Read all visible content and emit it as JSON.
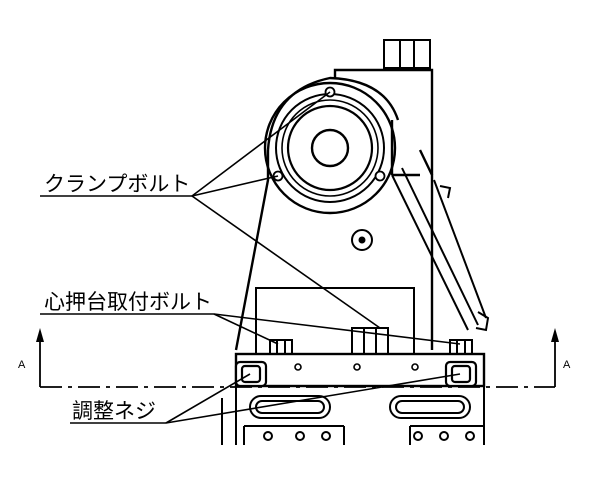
{
  "labels": {
    "clamp_bolt": "クランプボルト",
    "center_holder_bolt": "心押台取付ボルト",
    "adjust_screw": "調整ネジ",
    "section_left": "A",
    "section_right": "A"
  },
  "colors": {
    "line": "#000000",
    "background": "#ffffff"
  }
}
